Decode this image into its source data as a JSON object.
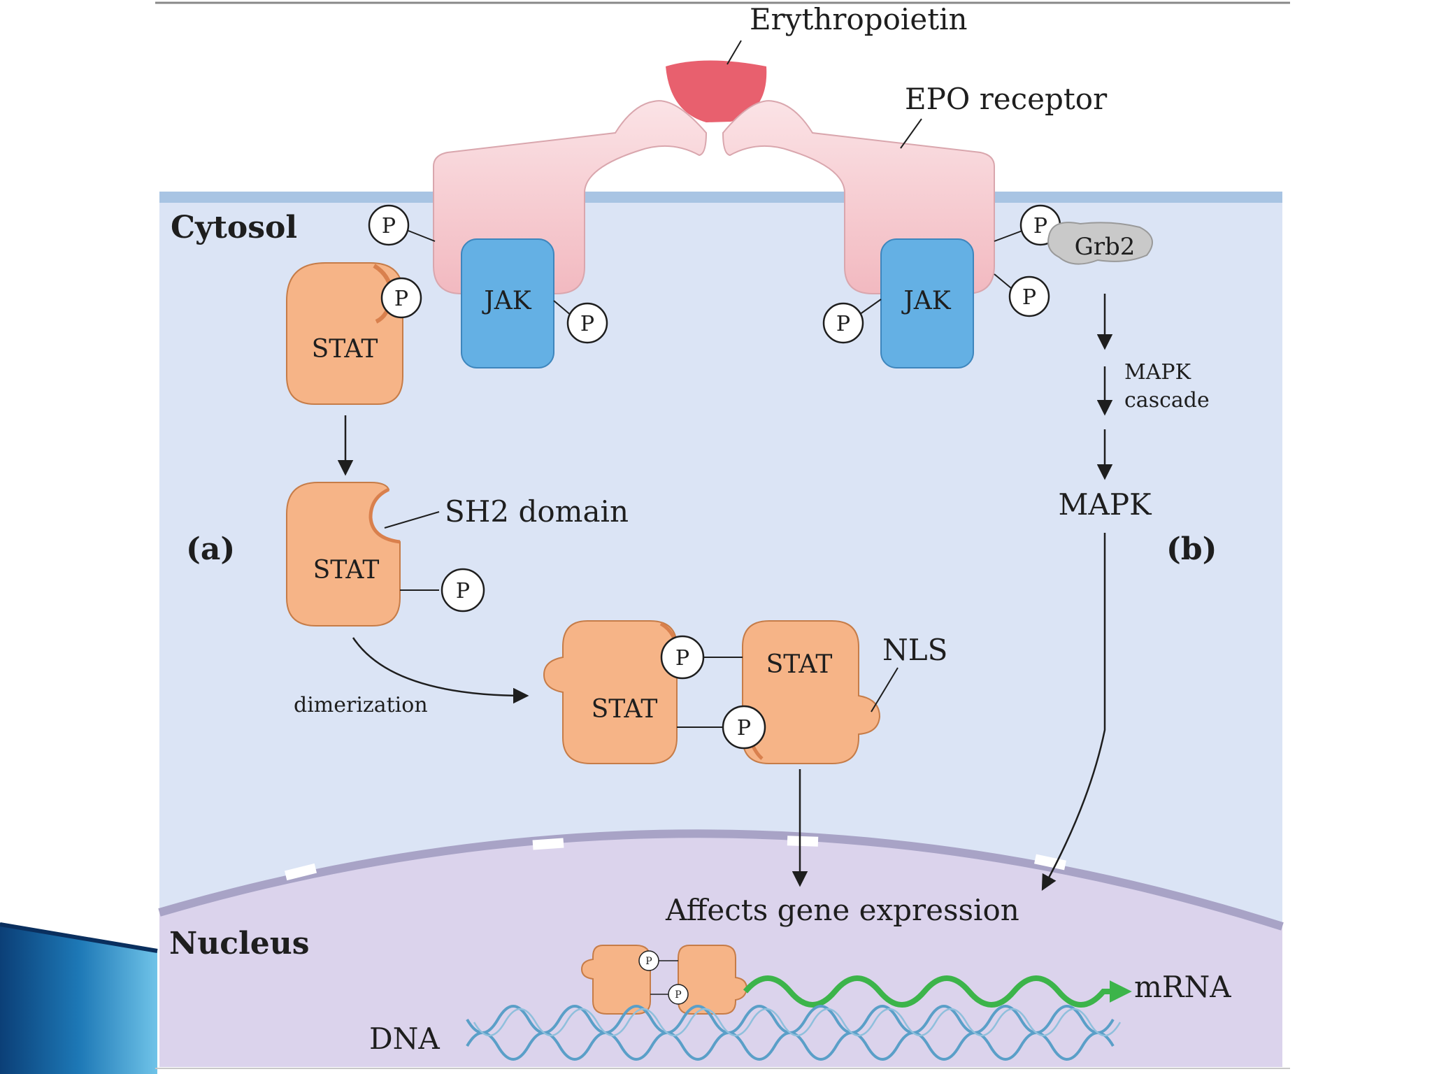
{
  "labels": {
    "erythropoietin": "Erythropoietin",
    "epo_receptor": "EPO receptor",
    "cytosol": "Cytosol",
    "nucleus": "Nucleus",
    "jak": "JAK",
    "stat": "STAT",
    "phospho": "P",
    "grb2": "Grb2",
    "mapk_cascade_line1": "MAPK",
    "mapk_cascade_line2": "cascade",
    "mapk": "MAPK",
    "sh2_domain": "SH2 domain",
    "panel_a": "(a)",
    "panel_b": "(b)",
    "dimerization": "dimerization",
    "nls": "NLS",
    "affects_gene_expression": "Affects gene expression",
    "mrna": "mRNA",
    "dna": "DNA"
  },
  "colors": {
    "cytosol_bg": "#dbe4f5",
    "membrane": "#a8c4e3",
    "nucleus_bg": "#dbd3ec",
    "nuclear_envelope": "#a8a3c6",
    "receptor": "#f6cdd2",
    "epo": "#e8606e",
    "jak": "#64b0e4",
    "stat": "#f6b487",
    "stat_edge": "#d9804d",
    "grb2": "#c9c9c9",
    "mrna_arrow": "#3cb44a",
    "dna_strand": "#5a9fc8",
    "slide_accent": "#1f6ea8"
  }
}
